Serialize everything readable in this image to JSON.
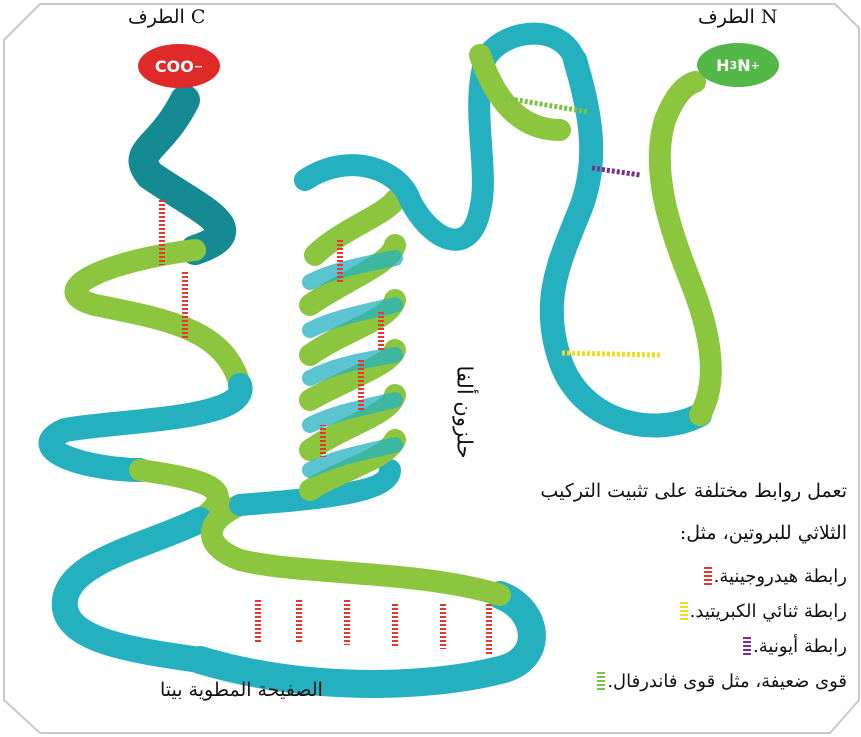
{
  "diagram": {
    "termini": {
      "c": {
        "title": "الطرف C",
        "label_main": "COO",
        "label_sup": "−"
      },
      "n": {
        "title": "الطرف N",
        "label_main": "H",
        "label_sub": "3",
        "label_mid": "N",
        "label_sup": "+"
      }
    },
    "structures": {
      "alpha_helix": "حلزون ألفا",
      "beta_sheet": "الصفيحة المطوية بيتا"
    },
    "description": {
      "line1": "تعمل روابط مختلفة على تثبيت التركيب",
      "line2": "الثلاثي للبروتين، مثل:"
    },
    "legend": [
      {
        "label": "رابطة هيدروجينية.",
        "color": "#e8352f"
      },
      {
        "label": "رابطة ثنائي الكبريتيد.",
        "color": "#f4dc1c"
      },
      {
        "label": "رابطة أيونية.",
        "color": "#7a2f8c"
      },
      {
        "label": "قوى ضعيفة، مثل قوى فاندرفال.",
        "color": "#7cc242"
      }
    ],
    "colors": {
      "ribbon_front": "#8cc63f",
      "ribbon_back": "#25b0c0",
      "ribbon_dark": "#168a93",
      "c_terminus": "#e02a2a",
      "n_terminus": "#54b848"
    }
  }
}
